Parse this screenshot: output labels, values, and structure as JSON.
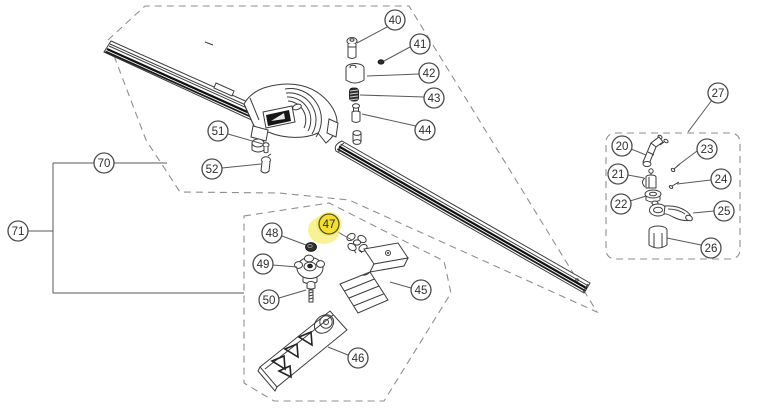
{
  "figure": {
    "type": "exploded-parts-diagram",
    "description": "Exploded parts diagram of a miter-gauge fence rail assembly with numbered balloon callouts and dashed grouping outlines",
    "highlighted_callout": "47",
    "colors": {
      "background": "#ffffff",
      "line_art": "#3c3c3c",
      "heavy_line": "#111111",
      "dashed_outline": "#8f8f8f",
      "balloon_fill": "#ffffff",
      "balloon_stroke": "#4a4a4a",
      "highlight_fill": "#f2df2f",
      "highlight_halo": "#f5e95c",
      "text": "#2e2e2e"
    },
    "callouts": {
      "c20": {
        "label": "20"
      },
      "c21": {
        "label": "21"
      },
      "c22": {
        "label": "22"
      },
      "c23": {
        "label": "23"
      },
      "c24": {
        "label": "24"
      },
      "c25": {
        "label": "25"
      },
      "c26": {
        "label": "26"
      },
      "c27": {
        "label": "27"
      },
      "c40": {
        "label": "40"
      },
      "c41": {
        "label": "41"
      },
      "c42": {
        "label": "42"
      },
      "c43": {
        "label": "43"
      },
      "c44": {
        "label": "44"
      },
      "c45": {
        "label": "45"
      },
      "c46": {
        "label": "46"
      },
      "c47": {
        "label": "47"
      },
      "c48": {
        "label": "48"
      },
      "c49": {
        "label": "49"
      },
      "c50": {
        "label": "50"
      },
      "c51": {
        "label": "51"
      },
      "c52": {
        "label": "52"
      },
      "c70": {
        "label": "70"
      },
      "c71": {
        "label": "71"
      }
    }
  }
}
